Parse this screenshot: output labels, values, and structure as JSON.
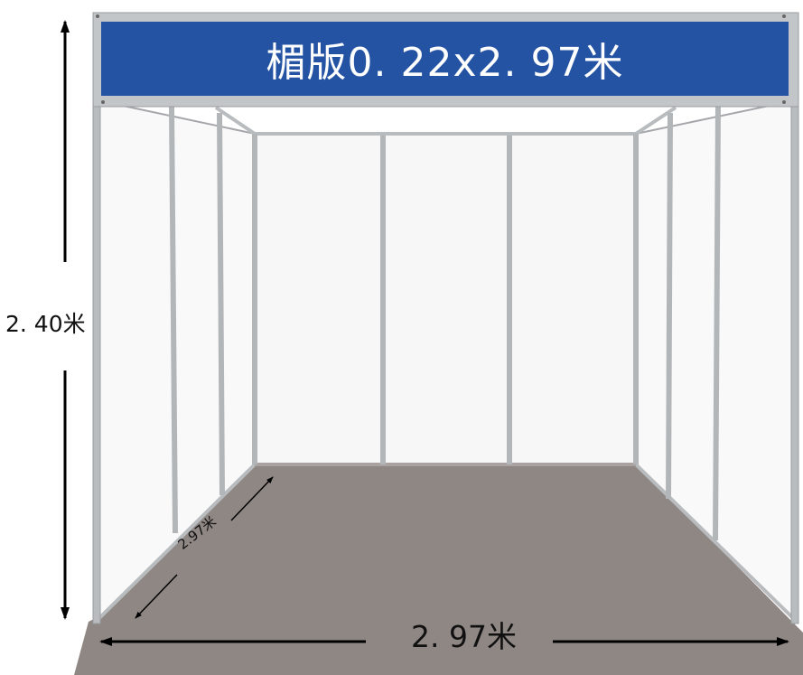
{
  "header": {
    "label": "楣版0. 22x2. 97米",
    "color": "#2553a4"
  },
  "dimensions": {
    "height_label": "2. 40米",
    "width_label": "2. 97米",
    "depth_label": "2.97米"
  },
  "colors": {
    "floor": "#8f8784",
    "frame": "#b9bcbf",
    "panel": "#fafafa",
    "arrow": "#000000"
  }
}
